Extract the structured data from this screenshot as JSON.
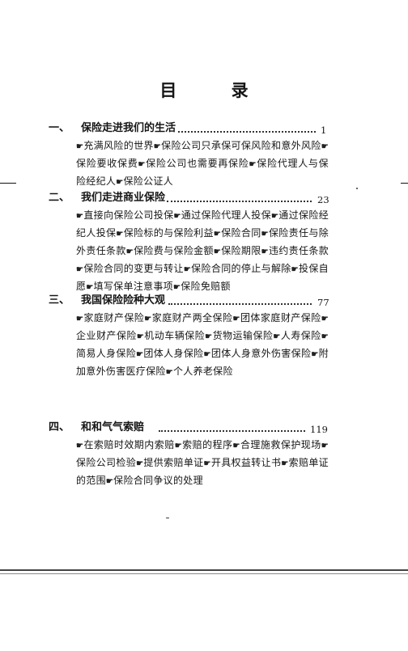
{
  "title": "目  录",
  "bullet_icon": "pointing-hand-icon",
  "chapters": [
    {
      "num": "一、",
      "title": "保险走进我们的生活",
      "page": "1",
      "items": [
        "充满风险的世界",
        "保险公司只承保可保风险和意外风险",
        "保险要收保费",
        "保险公司也需要再保险",
        "保险代理人与保险经纪人",
        "保险公证人"
      ]
    },
    {
      "num": "二、",
      "title": "我们走进商业保险",
      "page": "23",
      "items": [
        "直接向保险公司投保",
        "通过保险代理人投保",
        "通过保险经纪人投保",
        "保险标的与保险利益",
        "保险合同",
        "保险责任与除外责任条款",
        "保险费与保险金额",
        "保险期限",
        "违约责任条款",
        "保险合同的变更与转让",
        "保险合同的停止与解除",
        "投保自愿",
        "填写保单注意事项",
        "保险免赔额"
      ]
    },
    {
      "num": "三、",
      "title": "我国保险险种大观",
      "page": "77",
      "items": [
        "家庭财产保险",
        "家庭财产两全保险",
        "团体家庭财产保险",
        "企业财产保险",
        "机动车辆保险",
        "货物运输保险",
        "人寿保险",
        "简易人身保险",
        "团体人身保险",
        "团体人身意外伤害保险",
        "附加意外伤害医疗保险",
        "个人养老保险"
      ]
    },
    {
      "num": "四、",
      "title": "和和气气索赔",
      "page": "119",
      "items": [
        "在索赔时效期内索赔",
        "索赔的程序",
        "合理施救保护现场",
        "保险公司检验",
        "提供索赔单证",
        "开具权益转让书",
        "索赔单证的范围",
        "保险合同争议的处理"
      ]
    }
  ]
}
